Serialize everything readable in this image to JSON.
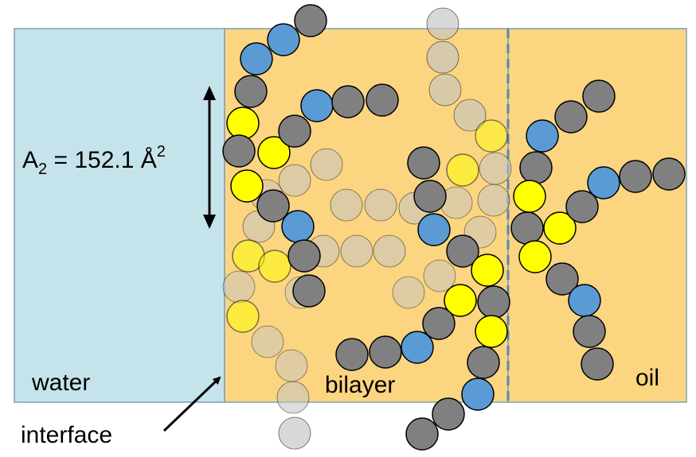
{
  "regions": {
    "water": {
      "label": "water",
      "fill": "#c5e3ea"
    },
    "bilayer": {
      "label": "bilayer",
      "fill": "#fbd580"
    },
    "oil": {
      "label": "oil",
      "fill": "#fbd580"
    }
  },
  "interface_label": "interface",
  "area_annotation": {
    "prefix": "A",
    "subscript": "2",
    "equals": " = 152.1 Å",
    "superscript": "2"
  },
  "colors": {
    "border": "#7f9fb8",
    "dashed_divider": "#5b86b0",
    "gray_bead": "#808080",
    "blue_bead": "#5b9bd5",
    "yellow_bead": "#ffff00",
    "faded_gray_bead": "#c4c4c4",
    "bead_outline": "#000000"
  }
}
